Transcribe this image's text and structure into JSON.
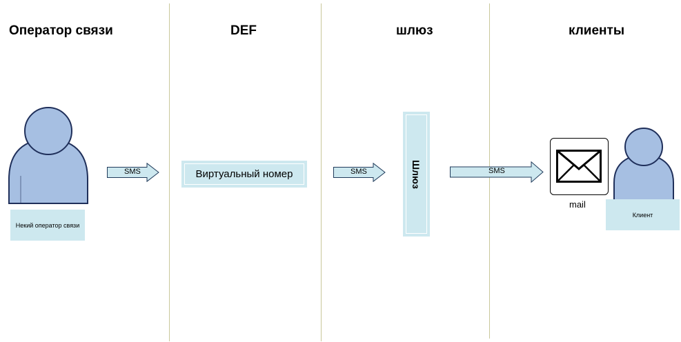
{
  "lanes": {
    "operator": "Оператор связи",
    "def": "DEF",
    "gateway": "шлюз",
    "clients": "клиенты"
  },
  "operator_label": "Некий оператор связи",
  "virtual_number": "Виртуальный номер",
  "gateway_box": "Шлюз",
  "mail_label": "mail",
  "client_label": "Клиент",
  "arrows": {
    "a1": "SMS",
    "a2": "SMS",
    "a3": "SMS"
  },
  "colors": {
    "lane_divider": "#c9c79a",
    "box_fill": "#cde8ef",
    "person_fill": "#a6bfe2",
    "person_stroke": "#1f2f5a"
  }
}
